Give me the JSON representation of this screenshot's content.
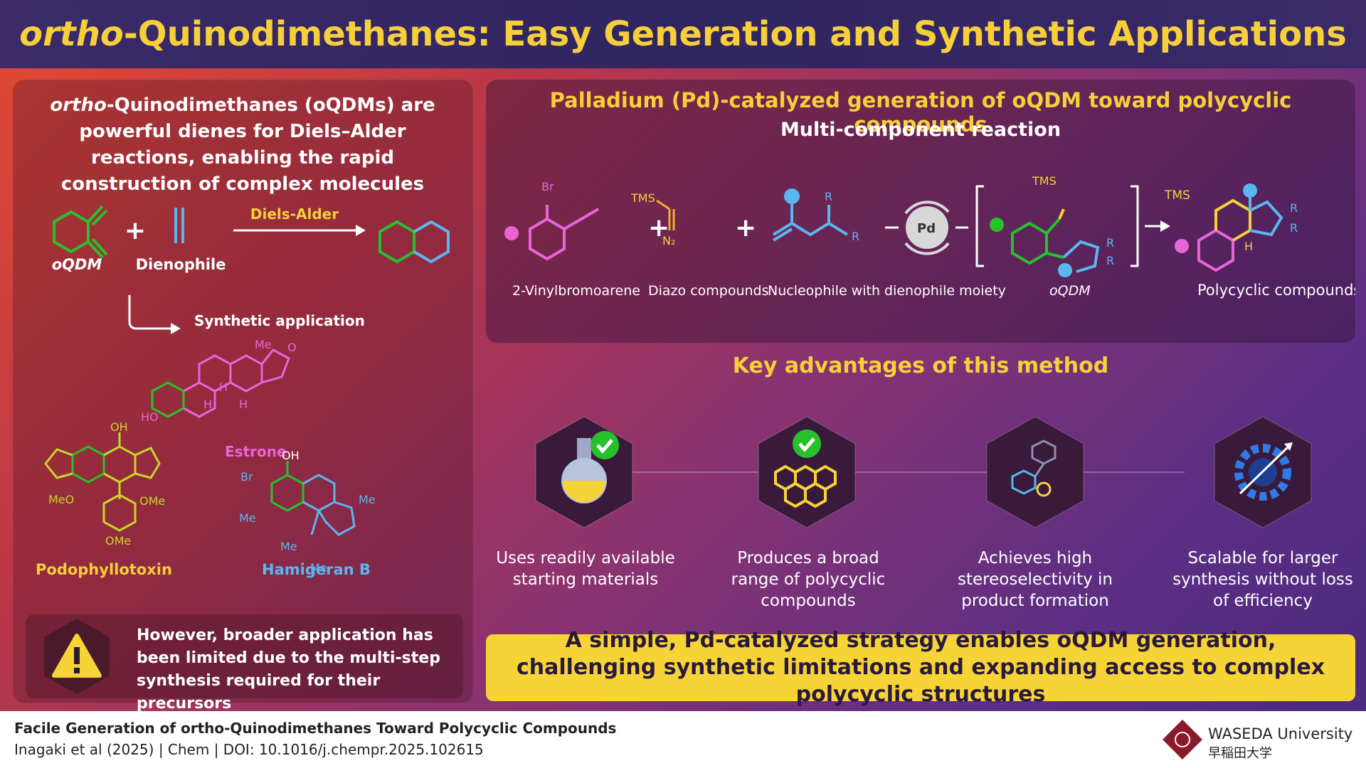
{
  "header": {
    "title_italic": "ortho",
    "title_rest": "-Quinodimethanes: Easy Generation and Synthetic Applications"
  },
  "left": {
    "intro_italic": "ortho",
    "intro_rest": "-Quinodimethanes (oQDMs) are powerful dienes for Diels–Alder reactions, enabling the rapid construction of complex molecules",
    "reaction_label": "Diels-Alder",
    "oqdm_label": "oQDM",
    "dienophile_label": "Dienophile",
    "synthetic_label": "Synthetic application",
    "estrone_label": "Estrone",
    "podophyllotoxin_label": "Podophyllotoxin",
    "hamigeran_label": "Hamigeran B",
    "atoms": {
      "me": "Me",
      "o": "O",
      "h": "H",
      "ho": "HO",
      "oh": "OH",
      "meo": "MeO",
      "ome": "OMe",
      "br": "Br"
    },
    "warning_text": "However, broader application has been limited due to the multi-step synthesis required for their precursors"
  },
  "pd": {
    "title": "Palladium (Pd)-catalyzed generation of oQDM toward polycyclic compounds",
    "subtitle": "Multi-component reaction",
    "catalyst": "Pd",
    "atoms": {
      "br": "Br",
      "tms": "TMS",
      "n2": "N₂",
      "r": "R",
      "h": "H"
    },
    "labels": {
      "vinyl": "2-Vinylbromoarene",
      "diazo": "Diazo compounds",
      "nucleophile": "Nucleophile with dienophile moiety",
      "oqdm": "oQDM",
      "poly": "Polycyclic compounds"
    }
  },
  "advantages": {
    "title": "Key advantages of this method",
    "items": [
      "Uses readily available starting materials",
      "Produces a broad range of polycyclic compounds",
      "Achieves high stereoselectivity in product formation",
      "Scalable for larger synthesis without loss of efficiency"
    ]
  },
  "conclusion": "A simple, Pd-catalyzed strategy enables oQDM generation, challenging synthetic limitations and expanding access to complex polycyclic structures",
  "footer": {
    "citation_title": "Facile Generation of ortho-Quinodimethanes Toward Polycyclic Compounds",
    "citation_ref": "Inagaki et al (2025) | Chem | DOI: 10.1016/j.chempr.2025.102615",
    "university_en": "WASEDA University",
    "university_jp": "早稲田大学"
  },
  "colors": {
    "gold": "#f7cf3a",
    "green": "#27c12c",
    "pink": "#e865d8",
    "blue": "#5bb6f0",
    "yellow_green": "#c8d52a"
  }
}
